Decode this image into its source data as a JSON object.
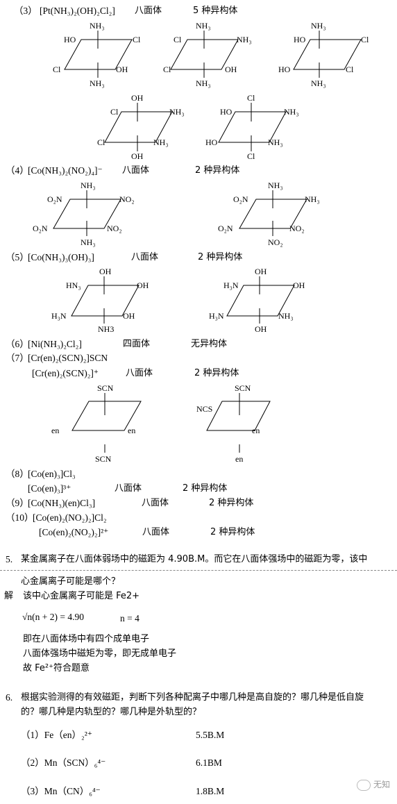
{
  "items": [
    {
      "num": "（3）",
      "formula": "[Pt(NH₃)₂(OH)₂Cl₂]",
      "geometry": "八面体",
      "isomers": "5 种异构体"
    },
    {
      "num": "（4）",
      "formula": "[Co(NH₃)₂(NO₂)₄]⁻",
      "geometry": "八面体",
      "isomers": "2 种异构体"
    },
    {
      "num": "（5）",
      "formula": "[Co(NH₃)₃(OH)₃]",
      "geometry": "八面体",
      "isomers": "2 种异构体"
    },
    {
      "num": "（6）",
      "formula": "[Ni(NH₃)₂Cl₂]",
      "geometry": "四面体",
      "isomers": "无异构体"
    },
    {
      "num": "（7）",
      "formula": "[Cr(en)₂(SCN)₂]SCN",
      "formula2": "[Cr(en)₂(SCN)₂]⁺",
      "geometry": "八面体",
      "isomers": "2 种异构体"
    },
    {
      "num": "（8）",
      "formula": "[Co(en)₃]Cl₃",
      "formula2": "[Co(en)₃]³⁺",
      "geometry": "八面体",
      "isomers": "2 种异构体"
    },
    {
      "num": "（9）",
      "formula": "[Co(NH₃)(en)Cl₃]",
      "geometry": "八面体",
      "isomers": "2 种异构体"
    },
    {
      "num": "（10）",
      "formula": "[Co(en)₂(NO₂)₂]Cl₂",
      "formula2": "[Co(en)₂(NO₂)₂]²⁺",
      "geometry": "八面体",
      "isomers": "2 种异构体"
    }
  ],
  "q5": {
    "num": "5.",
    "line1": "某金属离子在八面体弱场中的磁距为 4.90B.M。而它在八面体强场中的磁距为零，该中",
    "line2": "心金属离子可能是哪个？",
    "jie": "解",
    "answer": "该中心金属离子可能是 Fe2+",
    "formula_lhs": "√n(n + 2) = 4.90",
    "formula_n": "n = 4",
    "l3": "即在八面体场中有四个成单电子",
    "l4": "八面体强场中磁矩为零，即无成单电子",
    "l5": "故 Fe²⁺符合题意"
  },
  "q6": {
    "num": "6.",
    "line1": "根据实验测得的有效磁距，判断下列各种配离子中哪几种是高自旋的？哪几种是低自旋",
    "line2": "的？哪几种是内轨型的？哪几种是外轨型的？",
    "rows": [
      {
        "label": "（1）Fe（en）₂²⁺",
        "value": "5.5B.M"
      },
      {
        "label": "（2）Mn（SCN）₆⁴⁻",
        "value": "6.1BM"
      },
      {
        "label": "（3）Mn（CN）₆⁴⁻",
        "value": "1.8B.M"
      }
    ]
  },
  "structures": {
    "s1": {
      "top": "NH₃",
      "ul": "HO",
      "ur": "Cl",
      "ll": "Cl",
      "lr": "OH",
      "bot": "NH₃"
    },
    "s2": {
      "top": "NH₃",
      "ul": "Cl",
      "ur": "NH₃",
      "ll": "Cl",
      "lr": "OH",
      "bot": "NH₃"
    },
    "s3": {
      "top": "NH₃",
      "ul": "HO",
      "ur": "Cl",
      "ll": "HO",
      "lr": "Cl",
      "bot": "NH₃"
    },
    "s4": {
      "top": "OH",
      "ul": "Cl",
      "ur": "NH₃",
      "ll": "Cl",
      "lr": "NH₃",
      "bot": "OH"
    },
    "s5": {
      "top": "Cl",
      "ul": "HO",
      "ur": "NH₃",
      "ll": "HO",
      "lr": "NH₃",
      "bot": "Cl"
    },
    "s6": {
      "top": "NH₃",
      "ul": "O₂N",
      "ur": "NO₂",
      "ll": "O₂N",
      "lr": "NO₂",
      "bot": "NH₃"
    },
    "s7": {
      "top": "NH₃",
      "ul": "O₂N",
      "ur": "NH₃",
      "ll": "O₂N",
      "lr": "NO₂",
      "bot": "NO₂"
    },
    "s8": {
      "top": "OH",
      "ul": "HN₃",
      "ur": "OH",
      "ll": "H₃N",
      "lr": "OH",
      "bot": "NH3"
    },
    "s9": {
      "top": "OH",
      "ul": "H₃N",
      "ur": "OH",
      "ll": "H₃N",
      "lr": "NH₃",
      "bot": "OH"
    },
    "s10": {
      "top": "SCN",
      "ll": "en",
      "lr": "en",
      "bot": "SCN"
    },
    "s11": {
      "top": "SCN",
      "ul": "NCS",
      "lr": "en",
      "bot": "en"
    }
  },
  "watermark": "无知"
}
